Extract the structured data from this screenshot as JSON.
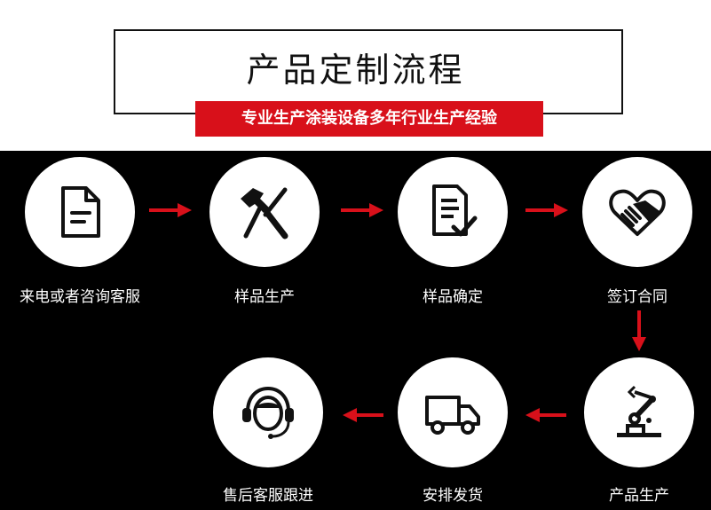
{
  "header": {
    "title": "产品定制流程",
    "subtitle": "专业生产涂装设备多年行业生产经验"
  },
  "steps": [
    {
      "label": "来电或者咨询客服",
      "icon": "document-icon"
    },
    {
      "label": "样品生产",
      "icon": "hammer-screwdriver-icon"
    },
    {
      "label": "样品确定",
      "icon": "checklist-icon"
    },
    {
      "label": "签订合同",
      "icon": "handshake-heart-icon"
    },
    {
      "label": "产品生产",
      "icon": "robot-arm-icon"
    },
    {
      "label": "安排发货",
      "icon": "delivery-truck-icon"
    },
    {
      "label": "售后客服跟进",
      "icon": "headset-support-icon"
    }
  ],
  "colors": {
    "accent": "#d8101a",
    "background_dark": "#000000",
    "background_light": "#ffffff"
  }
}
